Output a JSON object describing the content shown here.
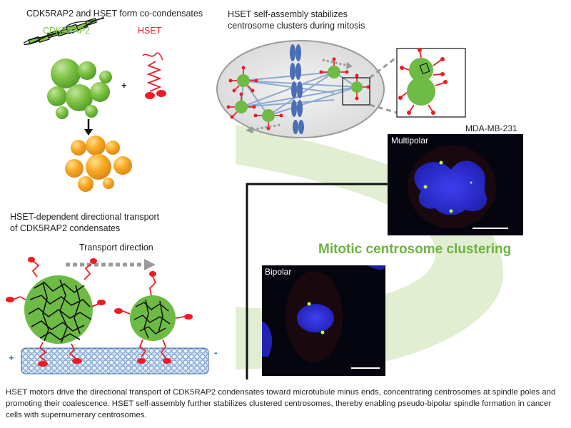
{
  "panel_left": {
    "title": "CDK5RAP2 and HSET form co-condensates",
    "label_cdk5rap2": "CDK5RAP2",
    "label_hset": "HSET",
    "plus_sign": "+",
    "transport_title_line1": "HSET-dependent directional transport",
    "transport_title_line2": "of CDK5RAP2 condensates",
    "transport_direction": "Transport direction",
    "plus_end": "+",
    "minus_end": "-"
  },
  "panel_right": {
    "title_line1": "HSET self-assembly stabilizes",
    "title_line2": "centrosome clusters during mitosis",
    "cell_line": "MDA-MB-231",
    "multipolar_label": "Multipolar",
    "bipolar_label": "Bipolar",
    "clustering_label": "Mitotic centrosome clustering"
  },
  "caption": "HSET motors drive the directional transport of CDK5RAP2 condensates toward microtubule minus ends, concentrating centrosomes at spindle poles and promoting their coalescence. HSET self-assembly further stabilizes clustered centrosomes, thereby enabling pseudo-bipolar spindle formation in cancer cells with supernumerary centrosomes.",
  "colors": {
    "cdk5rap2_green": "#7dc242",
    "hset_red": "#ed1c24",
    "condensate_orange": "#f7a823",
    "chromosome_blue": "#4a6fb5",
    "clustering_green": "#6db33f",
    "nucleus_blue": "#2a2adb"
  }
}
